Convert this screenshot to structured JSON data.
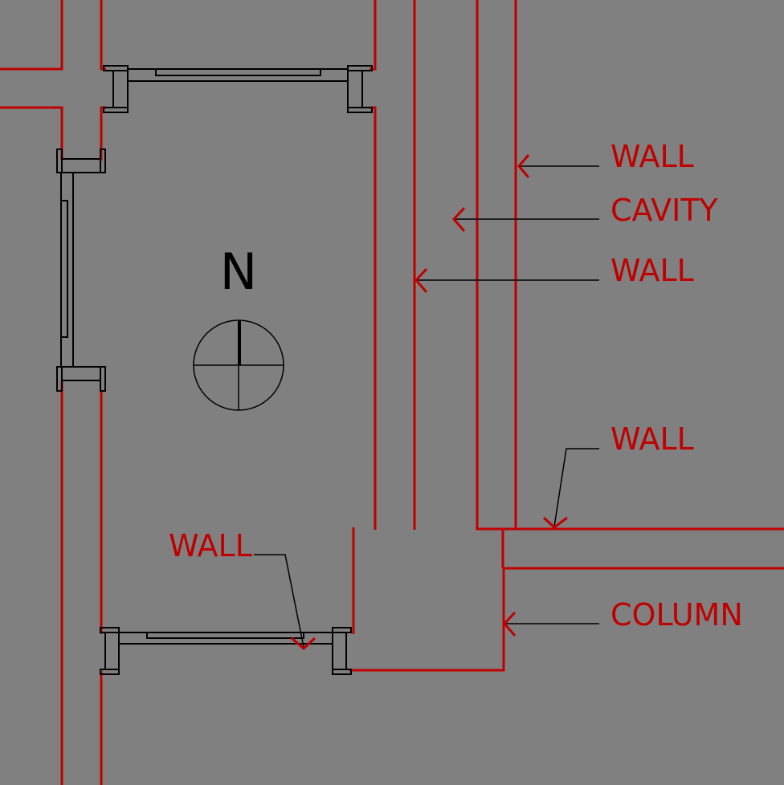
{
  "drawing": {
    "north_label": "N",
    "labels": {
      "wall_outer": "WALL",
      "cavity": "CAVITY",
      "wall_inner": "WALL",
      "wall_corner": "WALL",
      "wall_window": "WALL",
      "column": "COLUMN"
    },
    "colors": {
      "background": "#808080",
      "wall": "#c00000",
      "ink": "#000000"
    }
  }
}
